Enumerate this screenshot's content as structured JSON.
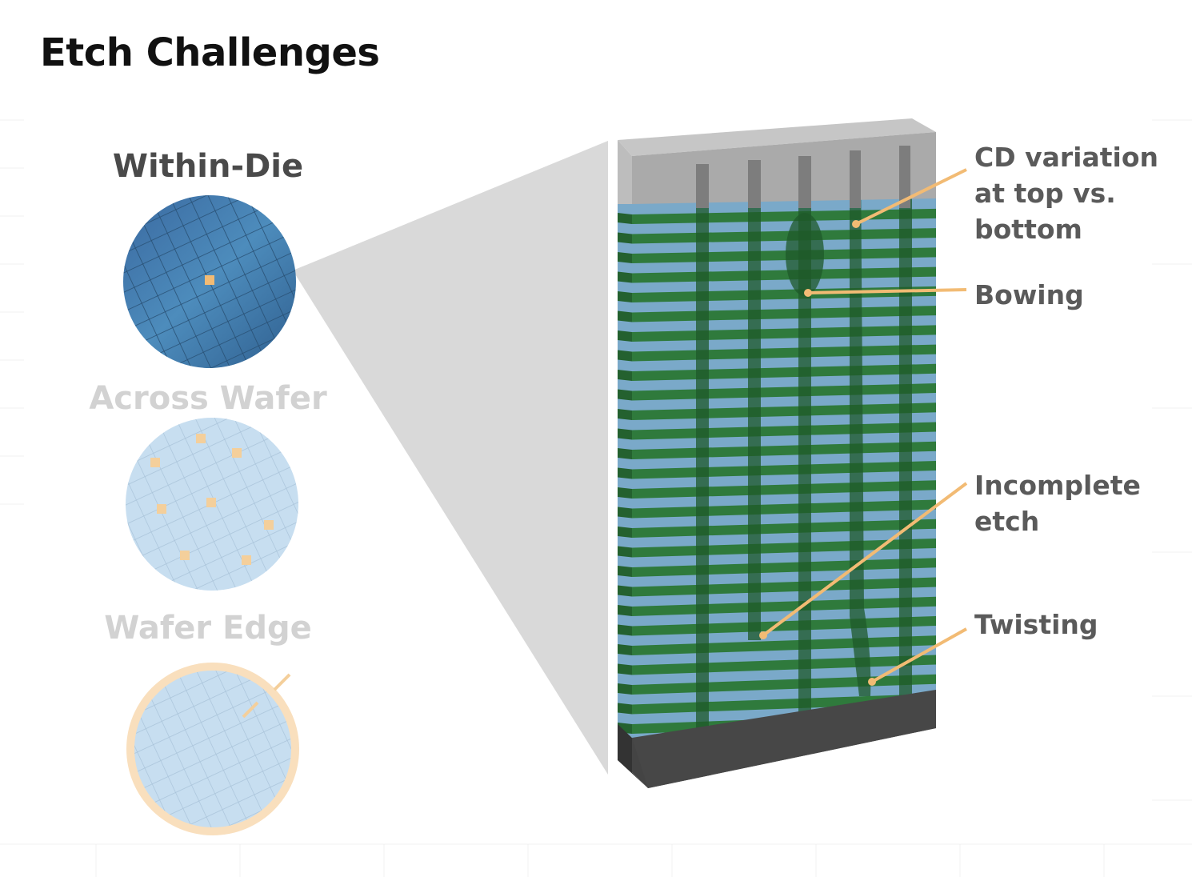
{
  "title": "Etch Challenges",
  "sections": {
    "within_die": "Within-Die",
    "across_wafer": "Across Wafer",
    "wafer_edge": "Wafer Edge"
  },
  "callouts": {
    "cd_variation": "CD variation\nat top vs.\nbottom",
    "bowing": "Bowing",
    "incomplete_etch": "Incomplete\netch",
    "twisting": "Twisting"
  },
  "colors": {
    "wafer_blue": "#3f78a8",
    "wafer_light": "#c5dcee",
    "highlight_orange": "#f2bb74",
    "stack_green": "#2f7a3c",
    "stack_blue": "#7aa9c9",
    "cap_gray": "#a9a9a9",
    "base_dark": "#444444"
  }
}
